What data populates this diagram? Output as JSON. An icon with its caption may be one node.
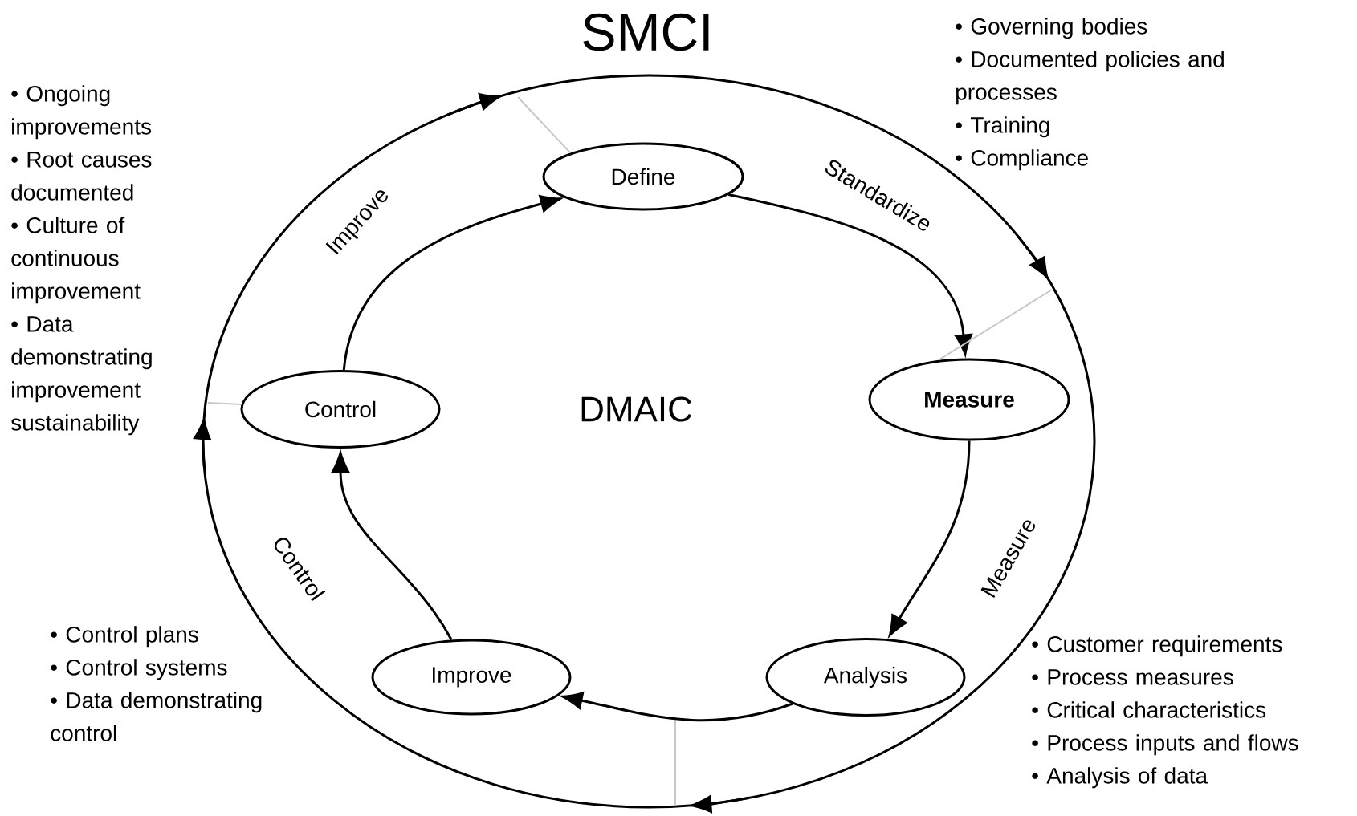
{
  "diagram": {
    "title": "SMCI",
    "nodes": [
      {
        "text": [
          "Define"
        ]
      },
      {
        "text": [
          "Measure"
        ]
      },
      {
        "text": [
          "Analysis"
        ]
      },
      {
        "text": [
          "Improve"
        ]
      },
      {
        "text": [
          "Control"
        ]
      }
    ],
    "edges": [
      {
        "from": 0,
        "to": 1,
        "arrow": "to"
      },
      {
        "from": 1,
        "to": 2,
        "arrow": "to"
      },
      {
        "from": 2,
        "to": 3,
        "arrow": "to"
      },
      {
        "from": 3,
        "to": 4,
        "arrow": "to"
      },
      {
        "from": 4,
        "to": 0,
        "arrow": "to"
      },
      {
        "from": null,
        "to": 0,
        "arrow": "none",
        "color": "#c8c8c8"
      },
      {
        "from": null,
        "to": 1,
        "arrow": "none",
        "color": "#c8c8c8"
      },
      {
        "from": null,
        "to": 4,
        "arrow": "none",
        "color": "#c8c8c8"
      }
    ],
    "labels": [
      "• Governing bodies",
      "• Documented policies and processes",
      "• Training",
      "• Compliance",
      "• Ongoing improvements",
      "• Root causes documented",
      "• Culture of continuous improvement",
      "• Data demonstrating improvement sustainability",
      "Improve",
      "Standardize",
      "DMAIC",
      "Control",
      "Measure",
      "• Control plans",
      "• Control systems",
      "• Data demonstrating control",
      "• Customer requirements",
      "• Process measures",
      "• Critical characteristics",
      "• Process inputs and flows",
      "• Analysis of data"
    ]
  }
}
